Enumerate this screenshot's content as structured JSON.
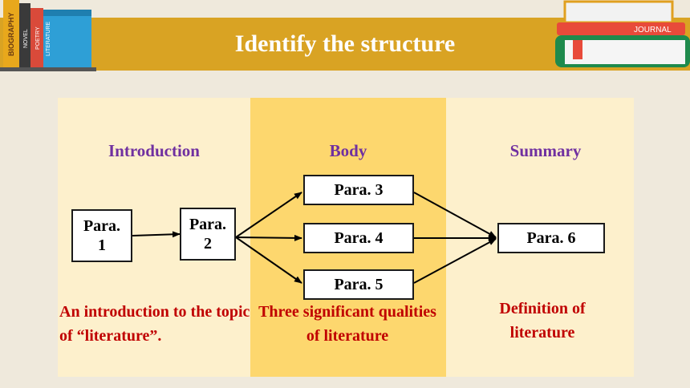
{
  "header": {
    "title": "Identify the structure",
    "books_left": [
      "BIOGRAPHY",
      "NOVEL",
      "POETRY",
      "LITERATURE"
    ],
    "book_right": "JOURNAL"
  },
  "columns": {
    "intro": {
      "heading": "Introduction",
      "boxes": [
        "Para.\n1",
        "Para.\n2"
      ],
      "description": "An introduction to the topic of “literature”."
    },
    "body": {
      "heading": "Body",
      "boxes": [
        "Para. 3",
        "Para. 4",
        "Para. 5"
      ],
      "description": "Three significant qualities of literature"
    },
    "summary": {
      "heading": "Summary",
      "boxes": [
        "Para. 6"
      ],
      "description": "Definition of literature"
    }
  },
  "colors": {
    "header_bg": "#d9a323",
    "heading": "#7030a0",
    "description": "#c00000",
    "body_column": "#fdd76e",
    "side_columns": "#fdf0cc"
  }
}
